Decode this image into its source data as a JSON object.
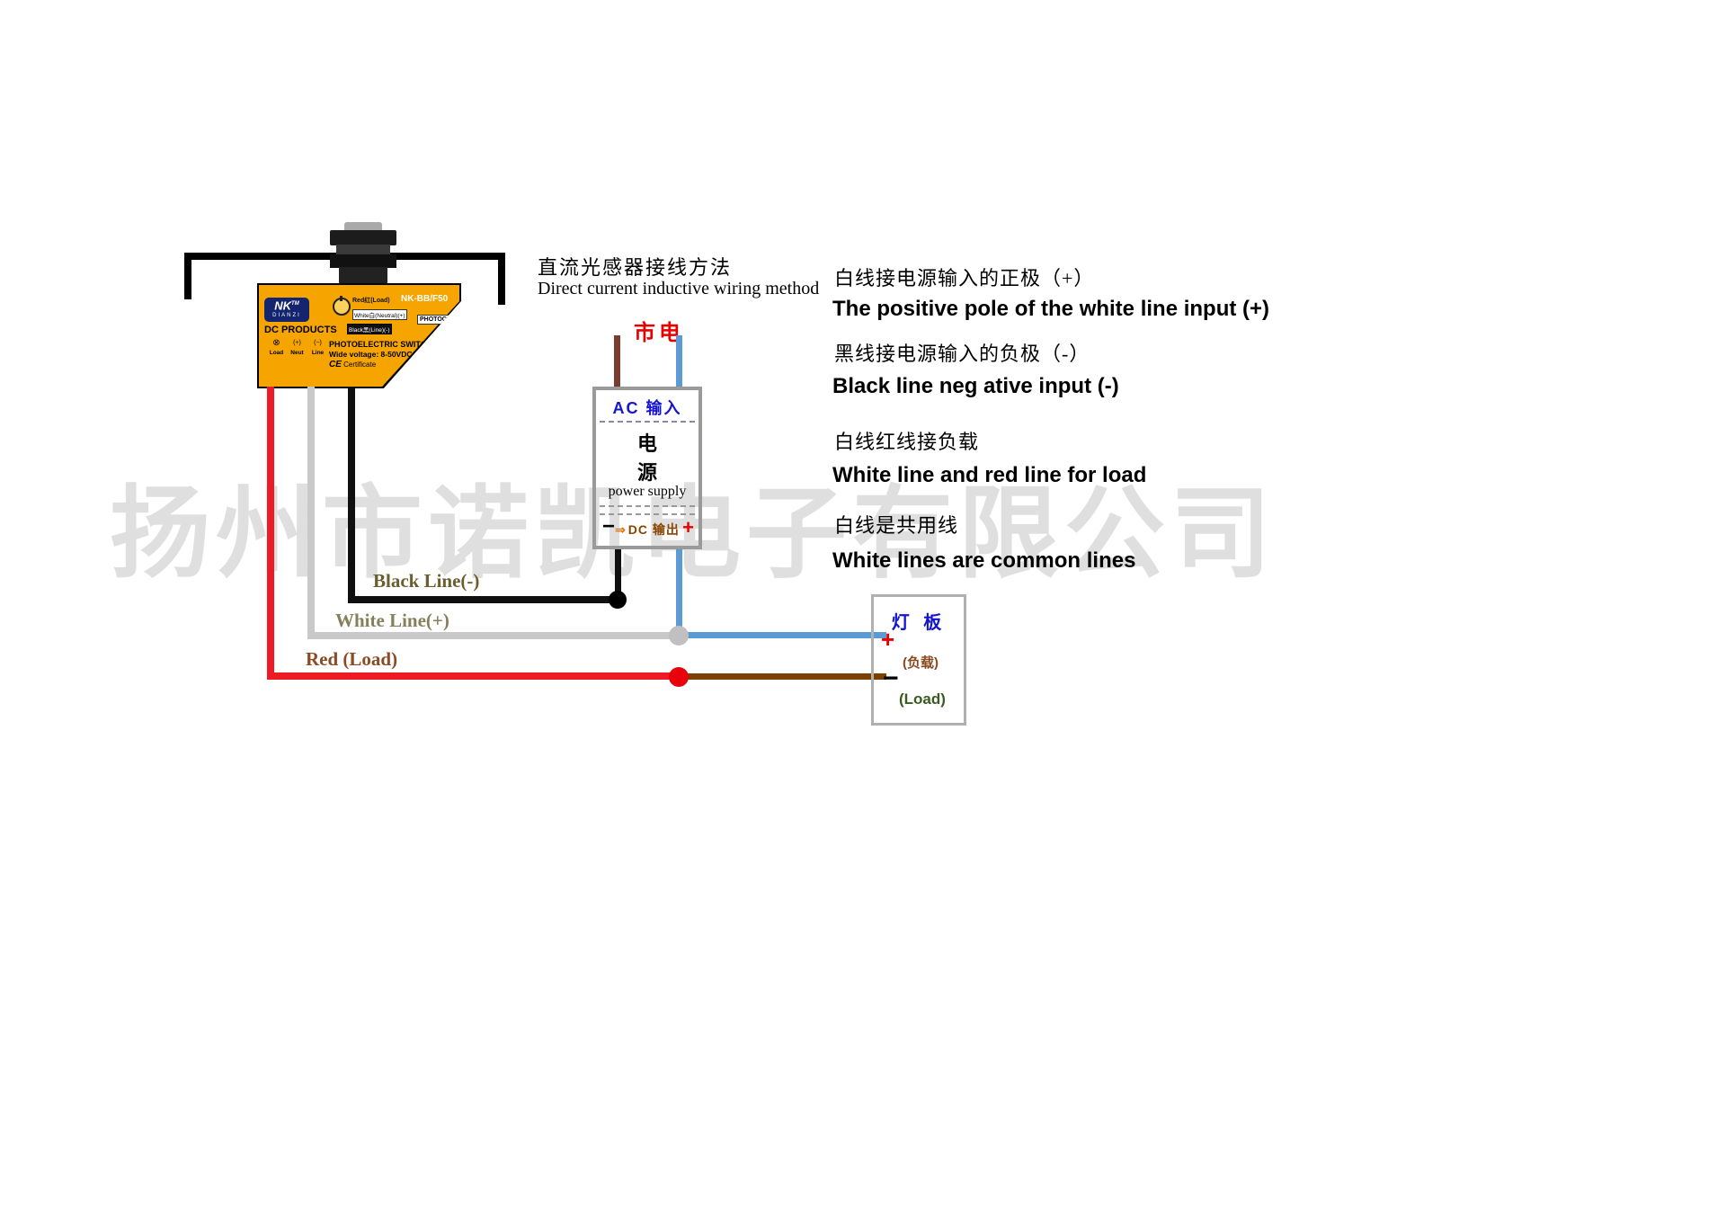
{
  "watermark": "扬州市诺凯电子有限公司",
  "title": {
    "zh": "直流光感器接线方法",
    "en": "Direct current inductive wiring method"
  },
  "mains_label": "市电",
  "device": {
    "brand": "NK",
    "brand_tm": "TM",
    "brand_sub": "DIANZI",
    "model": "NK-BB/F50",
    "dc_products": "DC PRODUCTS",
    "wire_red": "Red红(Load)",
    "wire_white": "White白(Neutral)(+)",
    "wire_black": "Black黑(Line)(-)",
    "photocontrol": "PHOTOCONTROL",
    "line1": "PHOTOELECTRIC SWITCH",
    "line2": "Wide voltage: 8-50VDC",
    "ce": "CE",
    "certificate": "Certificate",
    "term_sym_lamp": "⊗",
    "term_sym_plus": "(+)",
    "term_sym_minus": "(−)",
    "term_load": "Load",
    "term_neut": "Neut",
    "term_line": "Line"
  },
  "power_supply": {
    "ac_in": "AC 输入",
    "zh1": "电",
    "zh2": "源",
    "en": "power supply",
    "dc_icon": "⇒",
    "dc_out": "DC 输出",
    "minus": "−",
    "plus": "+"
  },
  "load_box": {
    "title": "灯 板",
    "plus": "+",
    "zh": "(负载)",
    "minus": "−",
    "en": "(Load)"
  },
  "wire_labels": {
    "black": "Black Line(-)",
    "white": "White Line(+)",
    "red": "Red (Load)"
  },
  "notes": [
    {
      "zh": "白线接电源输入的正极（+）",
      "en": "The positive pole of the white line input (+)"
    },
    {
      "zh": "黑线接电源输入的负极（-）",
      "en": "Black line neg ative input (-)"
    },
    {
      "zh": "白线红线接负载",
      "en": "White line and red line for load"
    },
    {
      "zh": "白线是共用线",
      "en": "White lines are common lines"
    }
  ],
  "colors": {
    "device_body": "#F6A500",
    "wire_red": "#ED1C24",
    "wire_white": "#C9C9C9",
    "wire_black": "#101010",
    "wire_blue": "#5B9BD5",
    "wire_brown": "#7B3F00",
    "mains_text": "#E80000",
    "box_label_blue": "#1515D0",
    "watermark_gray": "#E3E3E3"
  }
}
